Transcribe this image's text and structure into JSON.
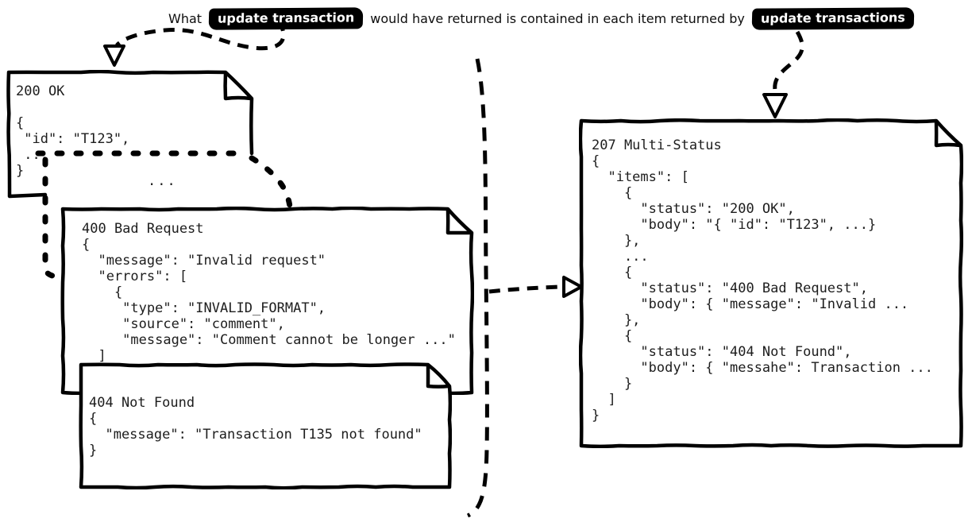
{
  "colors": {
    "ink": "#000000",
    "paper": "#ffffff",
    "code_text": "#1d1d1d"
  },
  "title": {
    "prefix": "What",
    "badge_update_transaction": "update transaction",
    "middle": "would have returned is contained in each item returned by",
    "badge_update_transactions": "update transactions"
  },
  "stack_ellipsis": "...",
  "notes": {
    "ok200": {
      "status": "200 OK",
      "body": "{\n \"id\": \"T123\",\n ...\n}"
    },
    "bad400": {
      "status": "400 Bad Request",
      "body": "{\n  \"message\": \"Invalid request\"\n  \"errors\": [\n    {\n     \"type\": \"INVALID_FORMAT\",\n     \"source\": \"comment\",\n     \"message\": \"Comment cannot be longer ...\"\n  ]\n}"
    },
    "notfound404": {
      "status": "404 Not Found",
      "body": "{\n  \"message\": \"Transaction T135 not found\"\n}"
    },
    "multi207": {
      "status": "207 Multi-Status",
      "body": "{\n  \"items\": [\n    {\n      \"status\": \"200 OK\",\n      \"body\": \"{ \"id\": \"T123\", ...}\n    },\n    ...\n    {\n      \"status\": \"400 Bad Request\",\n      \"body\": { \"message\": \"Invalid ...\n    },\n    {\n      \"status\": \"404 Not Found\",\n      \"body\": { \"messahe\": Transaction ...\n    }\n  ]\n}"
    }
  }
}
